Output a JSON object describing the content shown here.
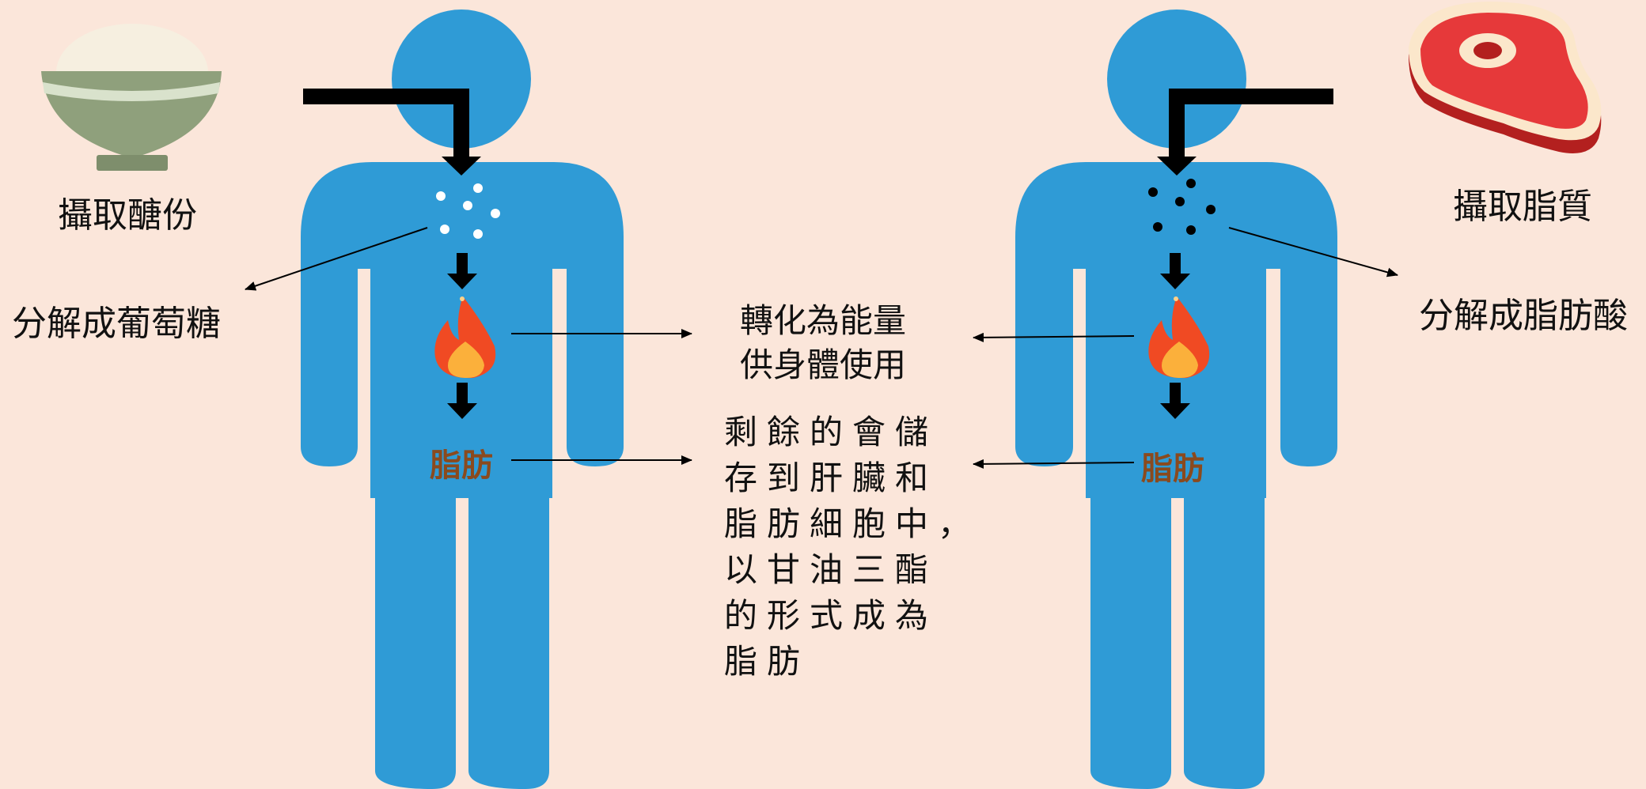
{
  "left": {
    "food_icon": "rice-bowl-icon",
    "intake_label": "攝取醣份",
    "breakdown_label": "分解成葡萄糖",
    "fat_label": "脂肪"
  },
  "right": {
    "food_icon": "steak-icon",
    "intake_label": "攝取脂質",
    "breakdown_label": "分解成脂肪酸",
    "fat_label": "脂肪"
  },
  "center": {
    "energy_lines": [
      "轉化為能量",
      "供身體使用"
    ],
    "storage_lines": [
      "剩餘的會儲",
      "存到肝臟和",
      "脂肪細胞中，",
      "以甘油三酯",
      "的形式成為",
      "脂肪"
    ]
  },
  "colors": {
    "background": "#fbe6da",
    "body": "#2f9bd6",
    "arrow": "#000000",
    "fat_text": "#8a4a1e",
    "flame_outer": "#f04a23",
    "flame_inner": "#fbb03b"
  }
}
